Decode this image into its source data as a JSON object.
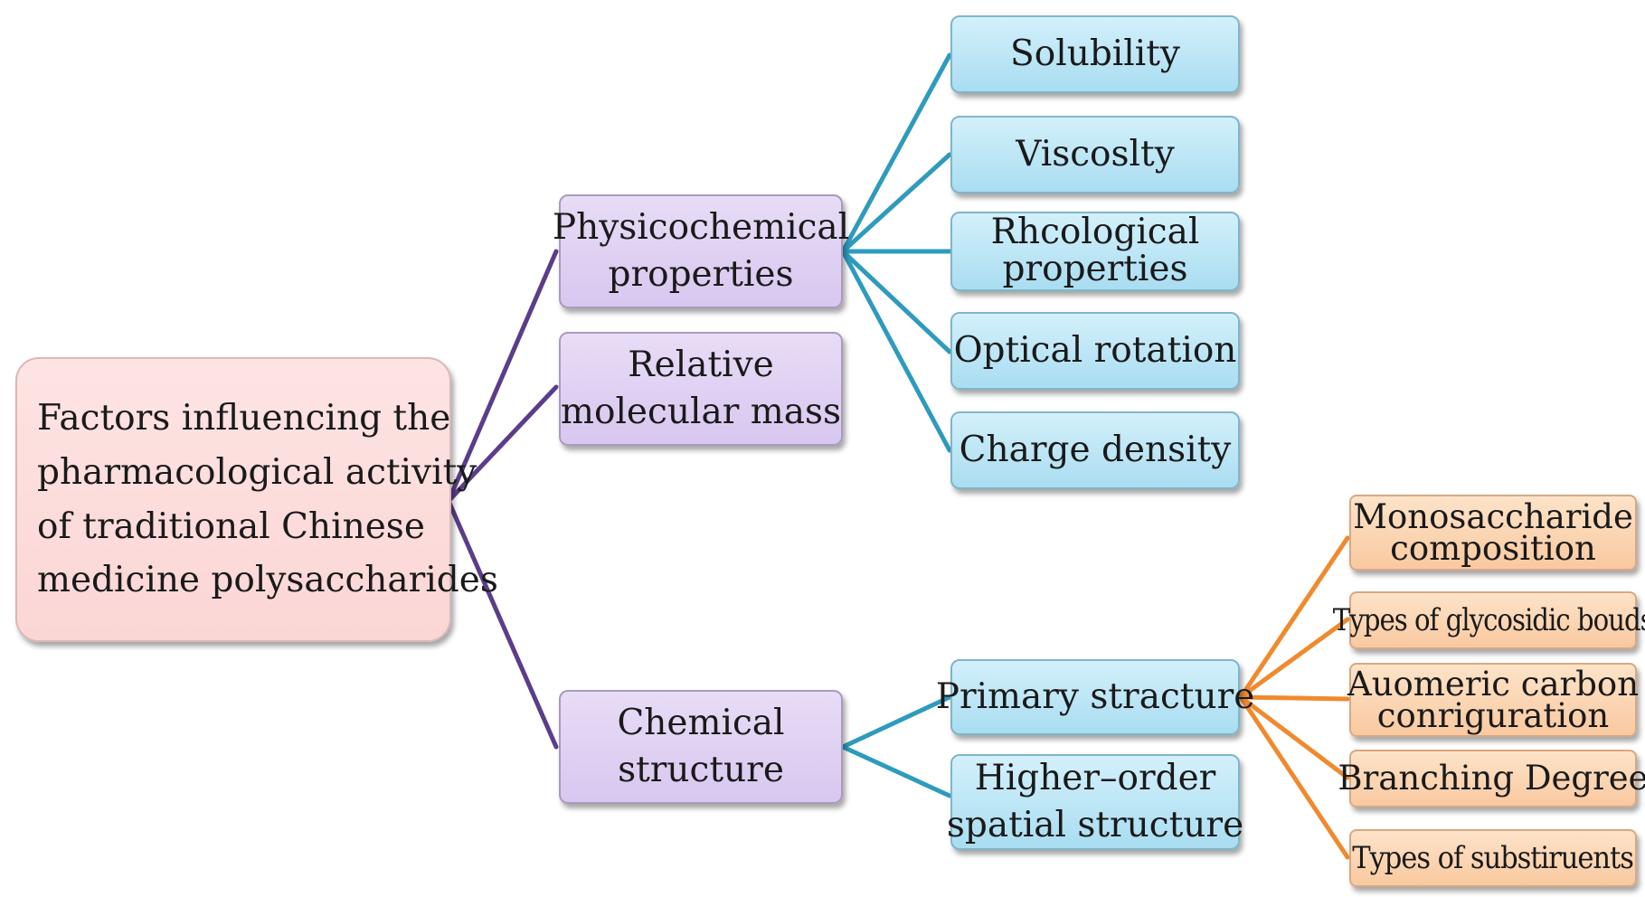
{
  "colors": {
    "root_fill": "#fbd6d5",
    "level1_fill": "#d8c7ef",
    "level2_fill": "#a9ddf1",
    "level3_fill": "#f9c9a0",
    "root_connector": "#5b3d8a",
    "blue_connector": "#2e9bbd",
    "orange_connector": "#f08a2e"
  },
  "root": {
    "lines": [
      "Factors influencing the",
      "pharmacological activity",
      "of traditional Chinese",
      "medicine polysaccharides"
    ]
  },
  "physicochemical": {
    "lines": [
      "Physicochemical",
      "properties"
    ],
    "children": {
      "solubility": "Solubility",
      "viscosity": "Viscoslty",
      "rheological": [
        "Rhcological",
        "properties"
      ],
      "optical": "Optical rotation",
      "charge": "Charge density"
    }
  },
  "molecular_mass": {
    "lines": [
      "Relative",
      "molecular mass"
    ]
  },
  "chemical": {
    "lines": [
      "Chemical",
      "structure"
    ],
    "primary": {
      "label": "Primary stracture",
      "children": {
        "monosaccharide": [
          "Monosaccharide",
          "composition"
        ],
        "glycosidic": "Types of glycosidic bouds",
        "anomeric": [
          "Auomeric carbon",
          "conriguration"
        ],
        "branching": "Branching Degree",
        "substituents": "Types of substiruents"
      }
    },
    "higher_order": {
      "lines": [
        "Higher–order",
        "spatial structure"
      ]
    }
  }
}
